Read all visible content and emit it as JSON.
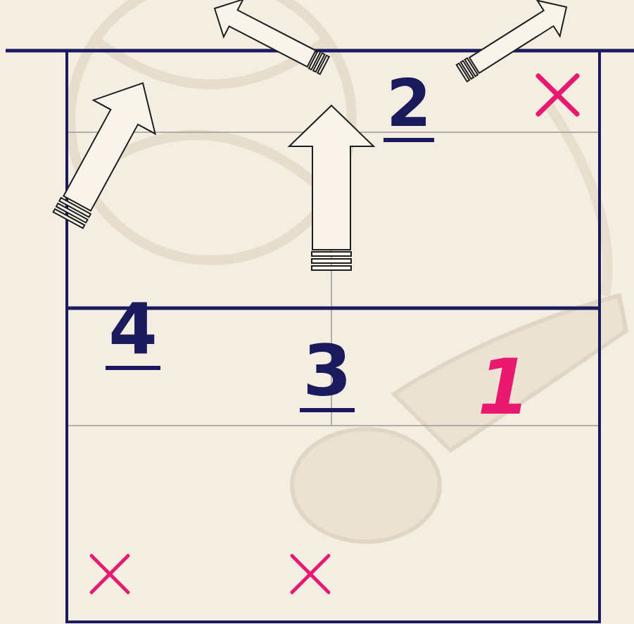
{
  "diagram": {
    "labels": [
      "2",
      "4",
      "3",
      "1"
    ]
  }
}
